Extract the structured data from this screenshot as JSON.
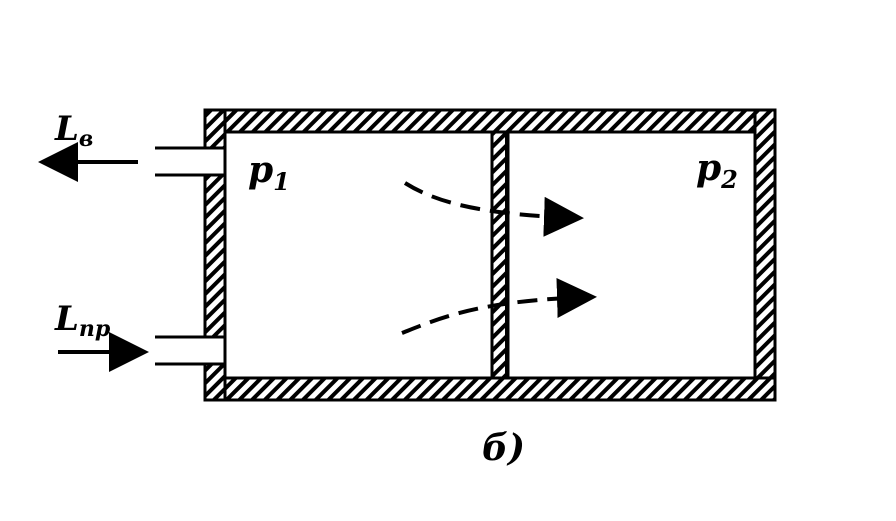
{
  "labels": {
    "outflow": "L",
    "outflow_sub": "в",
    "inflow": "L",
    "inflow_sub": "пр",
    "chamber1_pressure": "p",
    "chamber1_sub": "1",
    "chamber2_pressure": "p",
    "chamber2_sub": "2",
    "figure_caption": "б)"
  },
  "colors": {
    "ink": "#000000",
    "background": "#ffffff"
  }
}
